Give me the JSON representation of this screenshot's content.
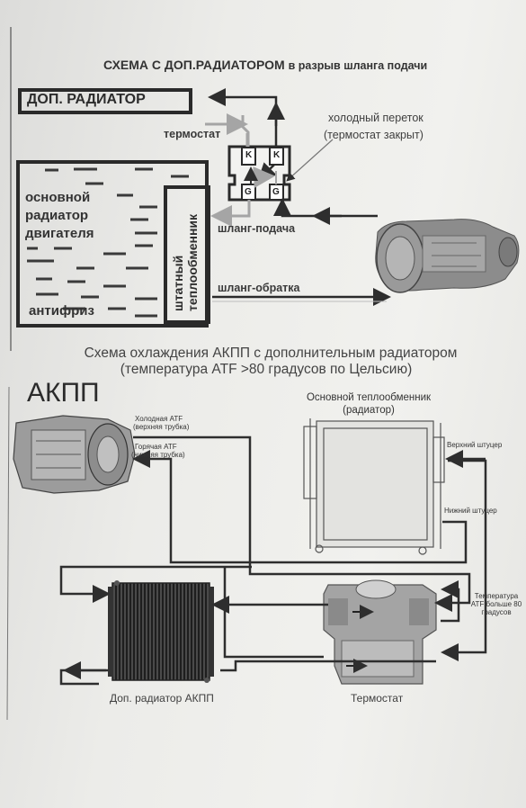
{
  "top": {
    "title": "СХЕМА С ДОП.РАДИАТОРОМ",
    "subtitle": "в разрыв шланга подачи",
    "extra_radiator": "ДОП. РАДИАТОР",
    "thermostat": "термостат",
    "cold_bypass_line1": "холодный переток",
    "cold_bypass_line2": "(термостат закрыт)",
    "engine_radiator": [
      "основной",
      "радиатор",
      "двигателя"
    ],
    "coolant": "антифриз",
    "stock_exchanger": [
      "штатный",
      "теплообменник"
    ],
    "supply_hose": "шланг-подача",
    "return_hose": "шланг-обратка",
    "port_k": "K",
    "port_g": "G"
  },
  "bottom": {
    "title_line1": "Схема охлаждения АКПП с дополнительным радиатором",
    "title_line2": "(температура ATF >80 градусов по Цельсию)",
    "akpp": "АКПП",
    "main_exchanger_line1": "Основной теплообменник",
    "main_exchanger_line2": "(радиатор)",
    "cold_atf_line1": "Холодная ATF",
    "cold_atf_line2": "(верхняя трубка)",
    "hot_atf_line1": "Горячая ATF",
    "hot_atf_line2": "(нижняя трубка)",
    "upper_fitting": "Верхний штуцер",
    "lower_fitting": "Нижний штуцер",
    "temp_note": [
      "Температура",
      "ATF больше 80",
      "градусов"
    ],
    "extra_radiator_akpp": "Доп. радиатор АКПП",
    "thermostat": "Термостат"
  },
  "colors": {
    "line": "#2e2e2e",
    "gray_flow": "#a9a9a9",
    "paper": "#ececea"
  }
}
